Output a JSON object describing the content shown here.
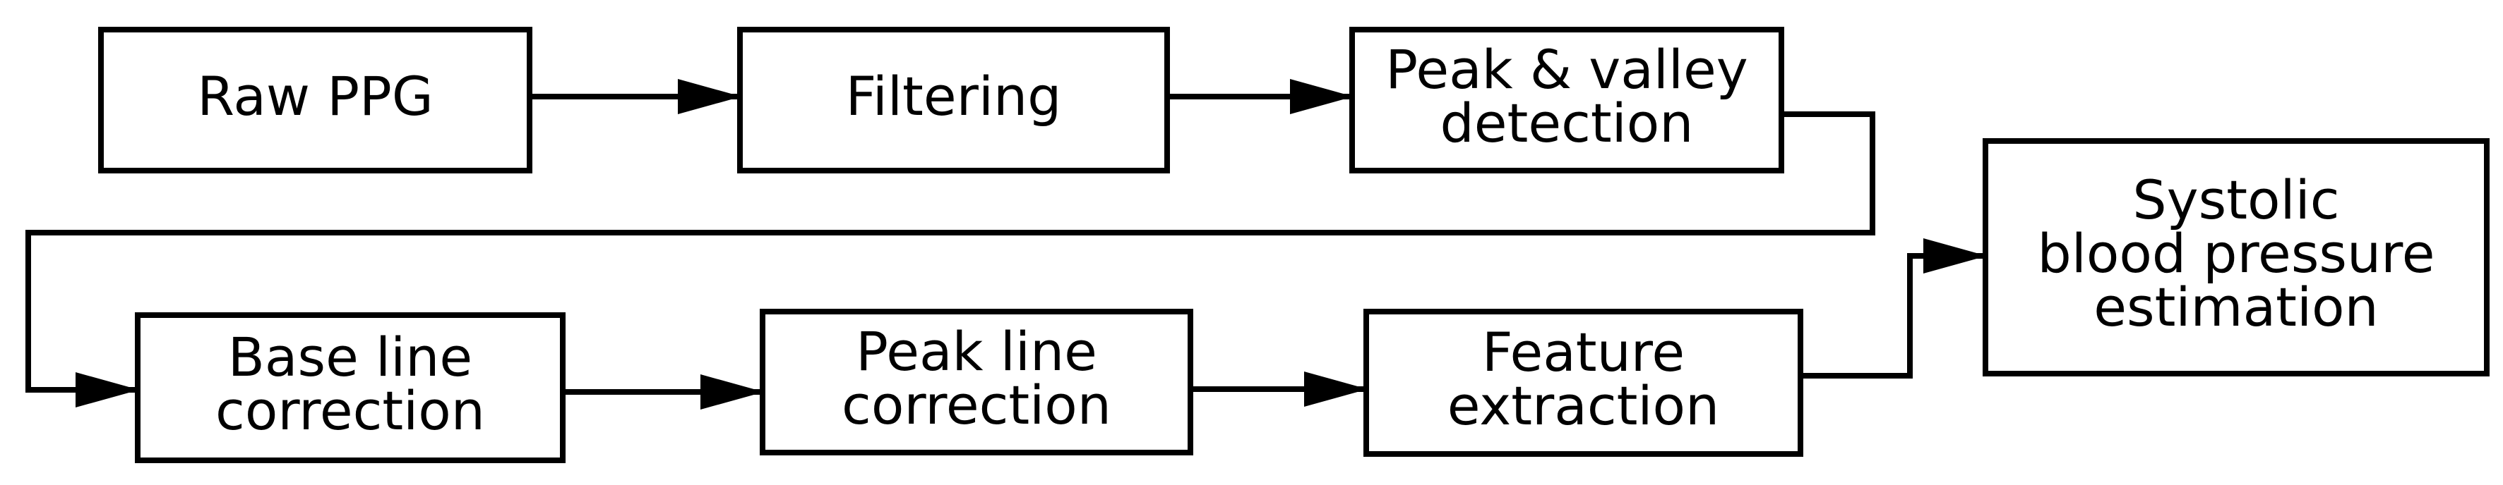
{
  "diagram": {
    "nodes": [
      {
        "id": "raw-ppg",
        "lines": [
          "Raw  PPG"
        ]
      },
      {
        "id": "filtering",
        "lines": [
          "Filtering"
        ]
      },
      {
        "id": "peak-valley-detection",
        "lines": [
          "Peak & valley",
          "detection"
        ]
      },
      {
        "id": "base-line-correction",
        "lines": [
          "Base line",
          "correction"
        ]
      },
      {
        "id": "peak-line-correction",
        "lines": [
          "Peak line",
          "correction"
        ]
      },
      {
        "id": "feature-extraction",
        "lines": [
          "Feature",
          "extraction"
        ]
      },
      {
        "id": "systolic-bp-estimation",
        "lines": [
          "Systolic",
          "blood pressure",
          "estimation"
        ]
      }
    ],
    "edges": [
      {
        "from": "raw-ppg",
        "to": "filtering"
      },
      {
        "from": "filtering",
        "to": "peak-valley-detection"
      },
      {
        "from": "peak-valley-detection",
        "to": "base-line-correction"
      },
      {
        "from": "base-line-correction",
        "to": "peak-line-correction"
      },
      {
        "from": "peak-line-correction",
        "to": "feature-extraction"
      },
      {
        "from": "feature-extraction",
        "to": "systolic-bp-estimation"
      }
    ],
    "colors": {
      "stroke": "#000000",
      "fill": "#ffffff",
      "text": "#000000"
    }
  }
}
